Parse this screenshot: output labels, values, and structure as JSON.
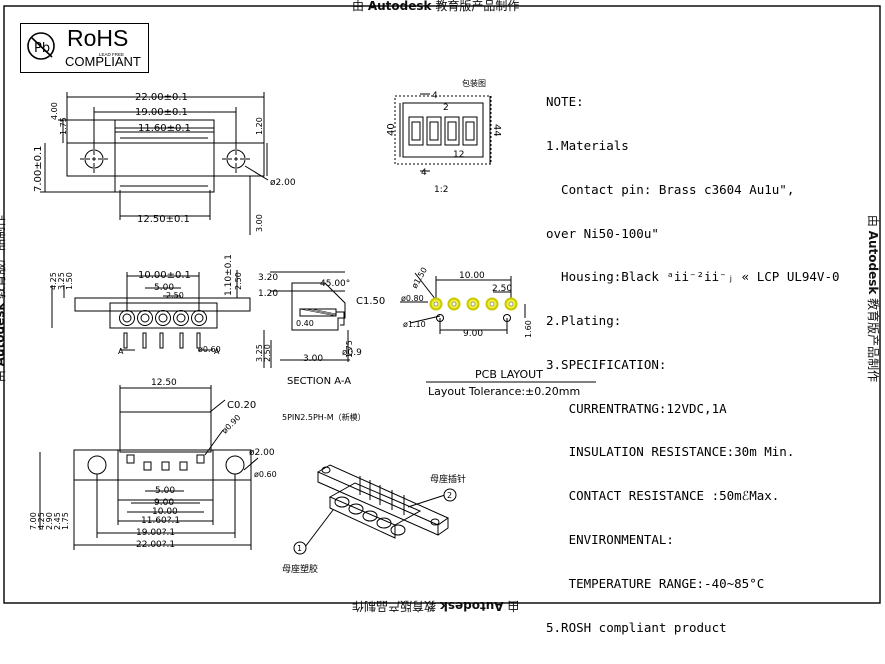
{
  "watermark": {
    "text": "由 Autodesk 教育版产品制作",
    "prefix": "由",
    "brand": "Autodesk",
    "suffix": "教育版产品制作"
  },
  "rohs": {
    "title": "RoHS",
    "subtitle": "COMPLIANT",
    "small": "LEAD FREE",
    "logo_letters": "Pb"
  },
  "notes": {
    "lines": [
      "NOTE:",
      "1.Materials",
      "  Contact pin: Brass c3604 Au1u\",",
      "over Ni50-100u\"",
      "  Housing:Black ᵃii⁻²ii⁻ⱼ « LCP UL94V-0",
      "2.Plating:",
      "3.SPECIFICATION:",
      "   CURRENTRATNG:12VDC,1A",
      "   INSULATION RESISTANCE:30m Min.",
      "   CONTACT RESISTANCE :50mℰMax.",
      "   ENVIRONMENTAL:",
      "   TEMPERATURE RANGE:-40~85°C",
      "5.ROSH compliant product"
    ]
  },
  "top_view": {
    "dims": [
      "22.00±0.1",
      "19.00±0.1",
      "11.60±0.1",
      "12.50±0.1",
      "4.00",
      "1.75",
      "7.00±0.1",
      "1.20",
      "ø2.00",
      "3.00"
    ]
  },
  "package": {
    "title": "包装图",
    "dims": [
      "4",
      "2",
      "40",
      "44",
      "4",
      "12"
    ],
    "scale": "1:2"
  },
  "front_view": {
    "dims": [
      "10.00±0.1",
      "5.00",
      "2.50",
      "4.25",
      "3.25",
      "1.50",
      "1.10±0.1",
      "2.50",
      "ø0.60",
      "A",
      "A"
    ]
  },
  "section": {
    "dims": [
      "3.20",
      "1.20",
      "45.00°",
      "C1.50",
      "3.25",
      "2.50",
      "0.40",
      "3.00",
      "ø0.9",
      "1.75"
    ],
    "title": "SECTION A-A"
  },
  "pcb": {
    "dims": [
      "10.00",
      "2.50",
      "ø1.50",
      "ø0.80",
      "ø1.10",
      "9.00",
      "1.60"
    ],
    "title": "PCB LAYOUT",
    "tolerance": "Layout Tolerance:±0.20mm"
  },
  "bottom_view": {
    "dims": [
      "12.50",
      "C0.20",
      "ø0.90",
      "ø2.00",
      "ø0.60",
      "5.00",
      "9.00",
      "10.00",
      "11.60?.1",
      "19.00?.1",
      "22.00?.1",
      "7.00",
      "4.25",
      "2.90",
      "2.45",
      "1.75"
    ]
  },
  "iso": {
    "part_name": "5PIN2.5PH-M（新模）",
    "label_pin": "母座插针",
    "label_body": "母座塑胶",
    "callout_1": "1",
    "callout_2": "2"
  },
  "colors": {
    "pad_fill": "#f2f23a",
    "pad_stroke": "#c9c900",
    "line": "#000000"
  }
}
